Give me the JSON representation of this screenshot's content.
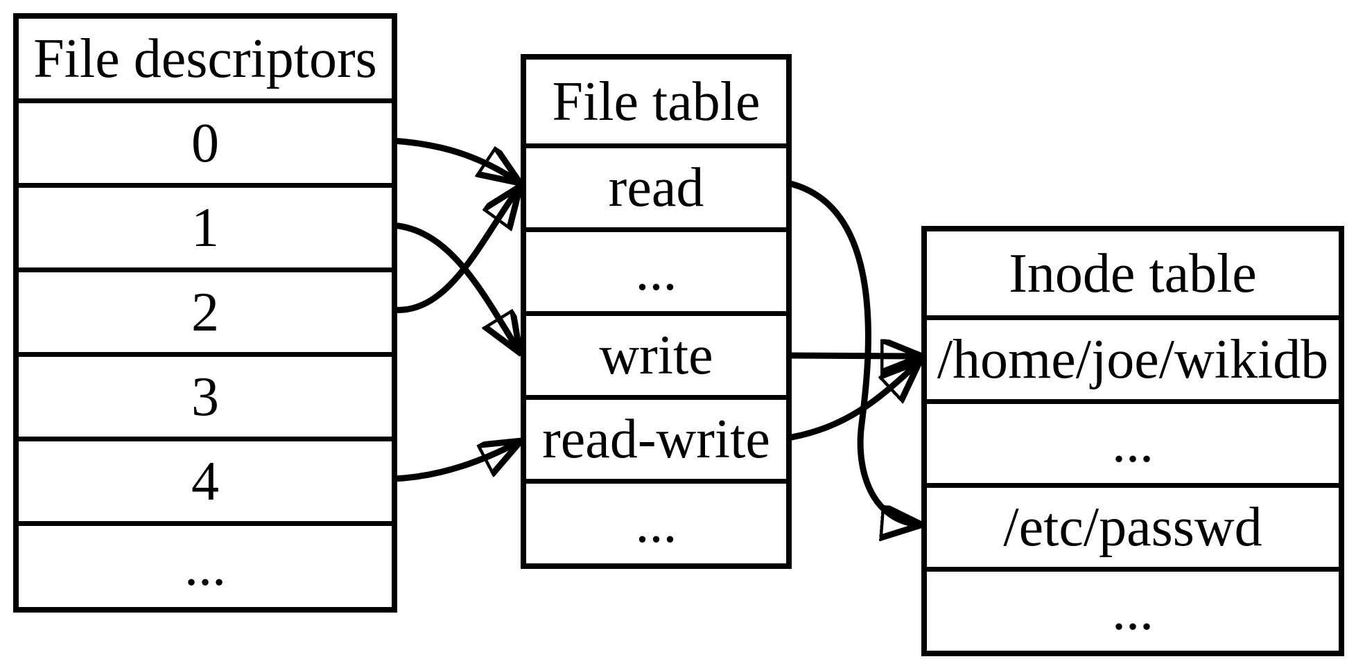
{
  "colors": {
    "background": "#ffffff",
    "line": "#000000",
    "text": "#000000"
  },
  "tables": {
    "file_descriptors": {
      "title": "File descriptors",
      "rows": [
        "0",
        "1",
        "2",
        "3",
        "4",
        "..."
      ]
    },
    "file_table": {
      "title": "File table",
      "rows": [
        "read",
        "...",
        "write",
        "read-write",
        "..."
      ]
    },
    "inode_table": {
      "title": "Inode table",
      "rows": [
        "/home/joe/wikidb",
        "...",
        "/etc/passwd",
        "..."
      ]
    }
  },
  "connections": [
    {
      "from": "file descriptor 0",
      "to": "file table: read"
    },
    {
      "from": "file descriptor 1",
      "to": "file table: write"
    },
    {
      "from": "file descriptor 2",
      "to": "file table: read"
    },
    {
      "from": "file descriptor 4",
      "to": "file table: read-write"
    },
    {
      "from": "file table: read",
      "to": "inode table: /etc/passwd"
    },
    {
      "from": "file table: write",
      "to": "inode table: /home/joe/wikidb"
    },
    {
      "from": "file table: read-write",
      "to": "inode table: /home/joe/wikidb"
    }
  ]
}
